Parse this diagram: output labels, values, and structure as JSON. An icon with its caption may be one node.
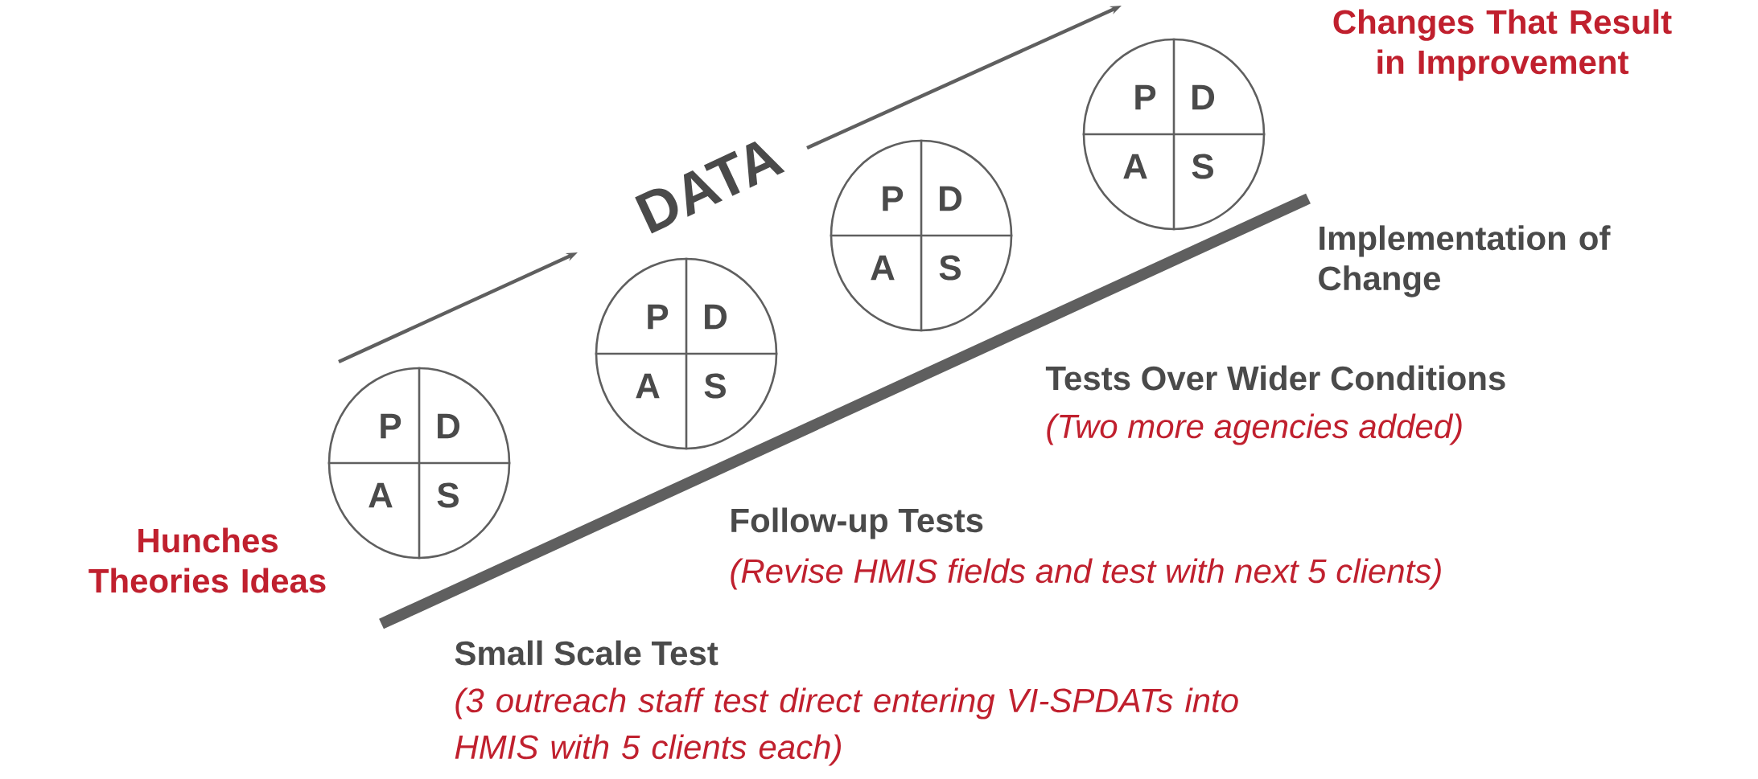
{
  "diagram": {
    "nodes": [
      {
        "text": [
          "P",
          "D",
          "A",
          "S"
        ]
      },
      {
        "text": [
          "P",
          "D",
          "A",
          "S"
        ]
      },
      {
        "text": [
          "P",
          "D",
          "A",
          "S"
        ]
      },
      {
        "text": [
          "P",
          "D",
          "A",
          "S"
        ]
      }
    ],
    "labels": [
      "Changes That Result in Improvement",
      "DATA",
      "Implementation of Change",
      "Tests Over Wider Conditions",
      "(Two more agencies added)",
      "Hunches Theories Ideas",
      "Follow-up Tests",
      "(Revise HMIS fields and test with next 5 clients)",
      "Small Scale Test",
      "(3 outreach staff test direct entering VI-SPDATs into HMIS with 5 clients each)"
    ]
  }
}
